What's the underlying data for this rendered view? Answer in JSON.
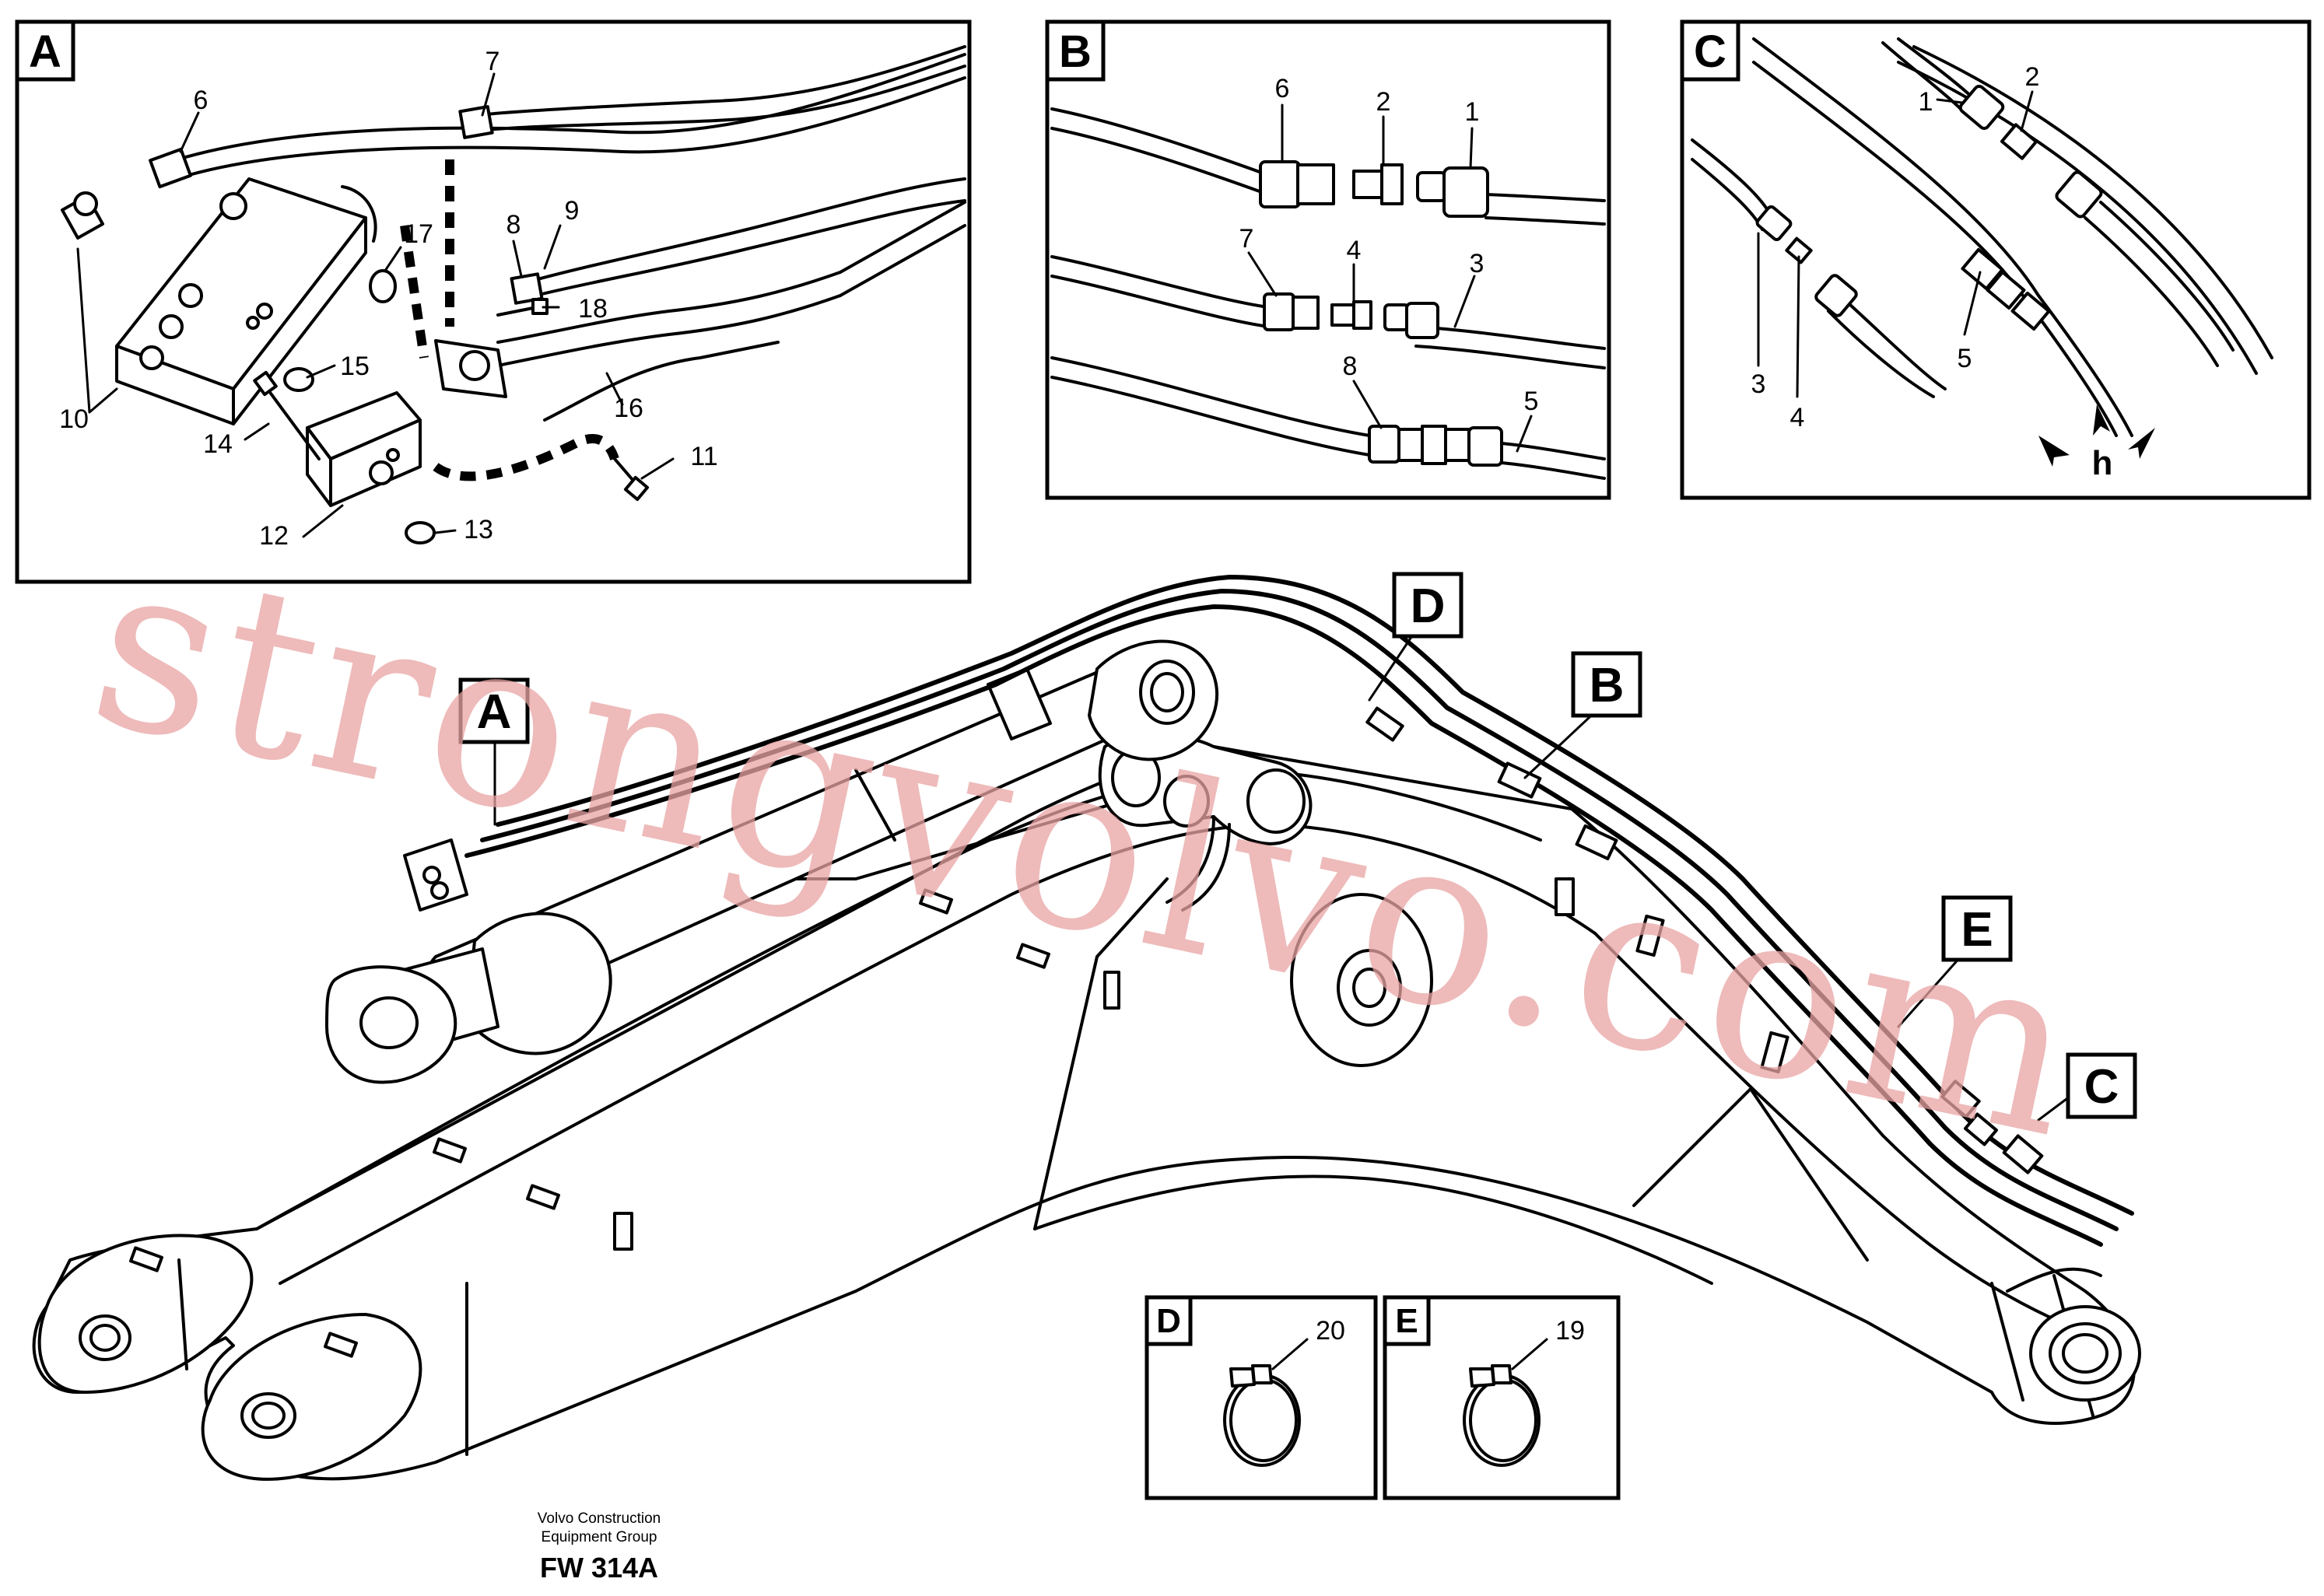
{
  "panels": {
    "a": {
      "letter": "A",
      "labels": [
        "6",
        "7",
        "8",
        "9",
        "10",
        "11",
        "12",
        "13",
        "14",
        "15",
        "16",
        "17",
        "18"
      ]
    },
    "b": {
      "letter": "B",
      "labels": [
        "6",
        "2",
        "1",
        "7",
        "4",
        "3",
        "8",
        "5"
      ]
    },
    "c": {
      "letter": "C",
      "labels": [
        "1",
        "2",
        "3",
        "4",
        "5"
      ],
      "view_letter": "h"
    },
    "d": {
      "letter": "D",
      "labels": [
        "20"
      ]
    },
    "e": {
      "letter": "E",
      "labels": [
        "19"
      ]
    }
  },
  "callouts": [
    "A",
    "B",
    "C",
    "D",
    "E"
  ],
  "footer": {
    "company_line1": "Volvo Construction",
    "company_line2": "Equipment Group",
    "code": "FW 314A"
  },
  "watermark": "strongvolvo.com"
}
